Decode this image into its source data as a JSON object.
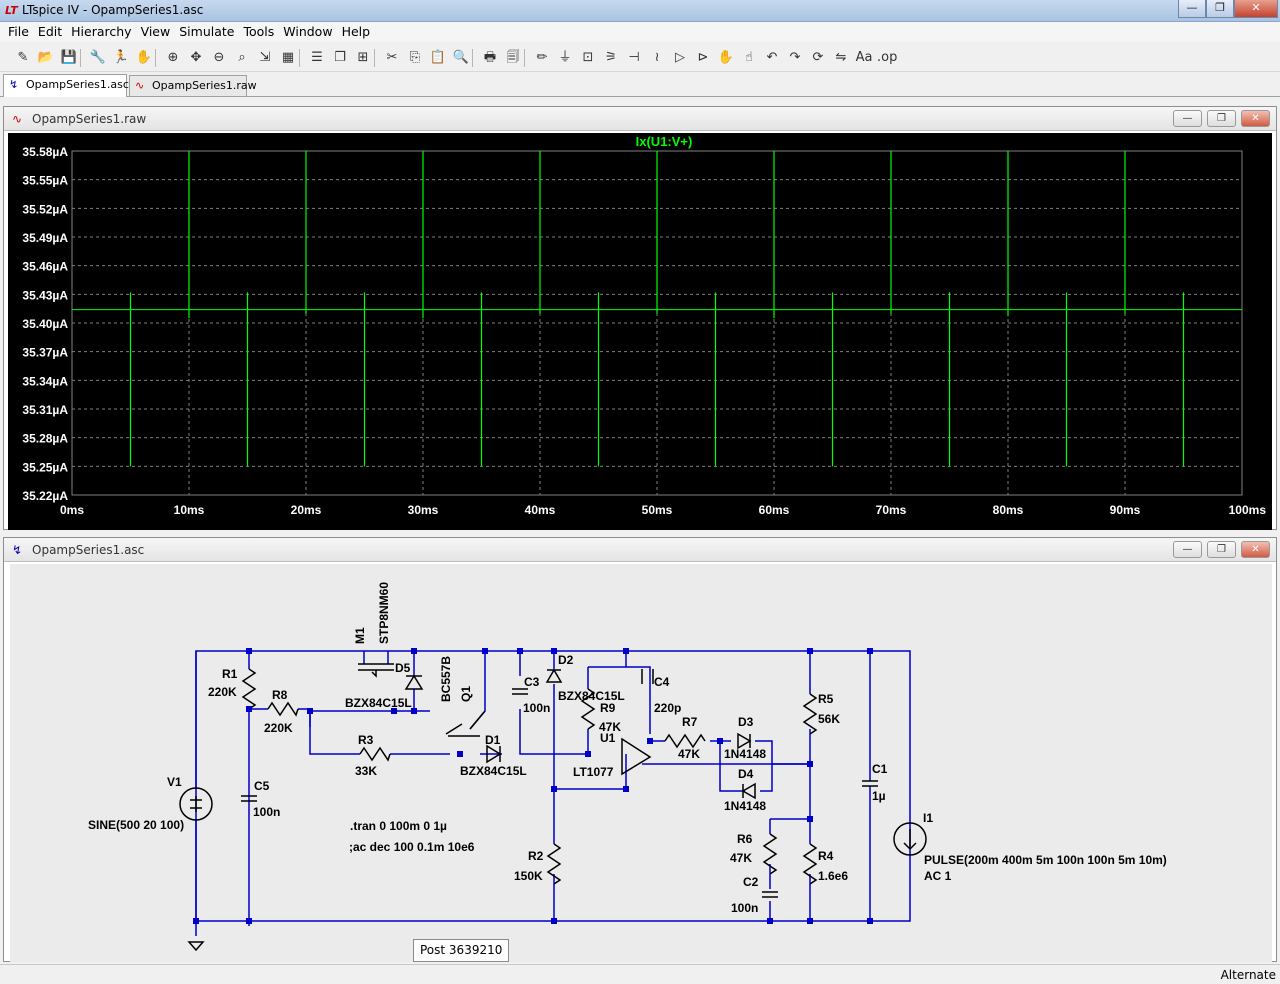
{
  "window": {
    "title": "LTspice IV - OpampSeries1.asc",
    "logo_text": "LT"
  },
  "menu": [
    "File",
    "Edit",
    "Hierarchy",
    "View",
    "Simulate",
    "Tools",
    "Window",
    "Help"
  ],
  "toolbar_icons": [
    "new-schematic-icon",
    "open-icon",
    "save-icon",
    "control-panel-icon",
    "run-icon",
    "halt-icon",
    "zoom-in-icon",
    "pan-icon",
    "zoom-out-icon",
    "zoom-fit-icon",
    "autorange-icon",
    "grid-icon",
    "tile-horizontal-icon",
    "cascade-icon",
    "tile-vertical-icon",
    "cut-icon",
    "copy-icon",
    "paste-icon",
    "find-icon",
    "print-icon",
    "print-preview-icon",
    "draw-wire-icon",
    "ground-icon",
    "label-net-icon",
    "resistor-icon",
    "capacitor-icon",
    "inductor-icon",
    "diode-icon",
    "component-icon",
    "move-icon",
    "drag-icon",
    "undo-icon",
    "redo-icon",
    "rotate-icon",
    "mirror-icon",
    "text-icon",
    "spice-directive-icon"
  ],
  "tabs": [
    {
      "label": "OpampSeries1.asc",
      "icon": "schematic-icon",
      "active": true
    },
    {
      "label": "OpampSeries1.raw",
      "icon": "waveform-icon",
      "active": false
    }
  ],
  "plot_window": {
    "title": "OpampSeries1.raw"
  },
  "schematic_window": {
    "title": "OpampSeries1.asc"
  },
  "chart_data": {
    "type": "line",
    "title": "Ix(U1:V+)",
    "xlabel": "",
    "ylabel": "",
    "x_ticks": [
      "0ms",
      "10ms",
      "20ms",
      "30ms",
      "40ms",
      "50ms",
      "60ms",
      "70ms",
      "80ms",
      "90ms",
      "100ms"
    ],
    "y_ticks": [
      "35.58µA",
      "35.55µA",
      "35.52µA",
      "35.49µA",
      "35.46µA",
      "35.43µA",
      "35.40µA",
      "35.37µA",
      "35.34µA",
      "35.31µA",
      "35.28µA",
      "35.25µA",
      "35.22µA"
    ],
    "xlim": [
      0,
      100
    ],
    "ylim": [
      35.22,
      35.58
    ],
    "baseline": 35.414,
    "series": [
      {
        "color": "#00ff00",
        "spikes": [
          {
            "t": 5,
            "high": 35.432,
            "low": 35.25
          },
          {
            "t": 10,
            "high": 35.58,
            "low": 35.405
          },
          {
            "t": 15,
            "high": 35.432,
            "low": 35.25
          },
          {
            "t": 20,
            "high": 35.58,
            "low": 35.41
          },
          {
            "t": 25,
            "high": 35.432,
            "low": 35.25
          },
          {
            "t": 30,
            "high": 35.58,
            "low": 35.405
          },
          {
            "t": 35,
            "high": 35.432,
            "low": 35.25
          },
          {
            "t": 40,
            "high": 35.58,
            "low": 35.41
          },
          {
            "t": 45,
            "high": 35.432,
            "low": 35.25
          },
          {
            "t": 50,
            "high": 35.58,
            "low": 35.41
          },
          {
            "t": 55,
            "high": 35.432,
            "low": 35.25
          },
          {
            "t": 60,
            "high": 35.58,
            "low": 35.405
          },
          {
            "t": 65,
            "high": 35.432,
            "low": 35.25
          },
          {
            "t": 70,
            "high": 35.58,
            "low": 35.41
          },
          {
            "t": 75,
            "high": 35.432,
            "low": 35.25
          },
          {
            "t": 80,
            "high": 35.58,
            "low": 35.407
          },
          {
            "t": 85,
            "high": 35.432,
            "low": 35.25
          },
          {
            "t": 90,
            "high": 35.58,
            "low": 35.41
          },
          {
            "t": 95,
            "high": 35.432,
            "low": 35.25
          }
        ]
      }
    ],
    "grid": true,
    "colors": {
      "background": "#000000",
      "grid": "#808080",
      "axis_text": "#ffffff"
    }
  },
  "schematic": {
    "labels": {
      "M1": "M1",
      "M1_model": "STP8NM60",
      "R1": "R1",
      "R1_val": "220K",
      "R8": "R8",
      "R8_val": "220K",
      "D5": "D5",
      "D5_model": "BZX84C15L",
      "Q1": "Q1",
      "Q1_model": "BC557B",
      "R3": "R3",
      "R3_val": "33K",
      "D1": "D1",
      "D1_model": "BZX84C15L",
      "C3": "C3",
      "C3_val": "100n",
      "D2": "D2",
      "D2_model": "BZX84C15L",
      "R9": "R9",
      "R9_val": "47K",
      "U1": "U1",
      "U1_model": "LT1077",
      "C4": "C4",
      "C4_val": "220p",
      "R7": "R7",
      "R7_val": "47K",
      "D3": "D3",
      "D3_model": "1N4148",
      "D4": "D4",
      "D4_model": "1N4148",
      "R5": "R5",
      "R5_val": "56K",
      "C1": "C1",
      "C1_val": "1µ",
      "I1": "I1",
      "I1_val": "PULSE(200m 400m 5m 100n 100n 5m 10m)",
      "I1_ac": "AC 1",
      "V1": "V1",
      "V1_val": "SINE(500 20 100)",
      "C5": "C5",
      "C5_val": "100n",
      "R2": "R2",
      "R2_val": "150K",
      "R6": "R6",
      "R6_val": "47K",
      "C2": "C2",
      "C2_val": "100n",
      "R4": "R4",
      "R4_val": "1.6e6",
      "directive_tran": ".tran 0 100m 0 1µ",
      "directive_ac": ";ac dec 100 0.1m 10e6"
    },
    "colors": {
      "wire": "#0000c8",
      "component": "#000000",
      "background": "#ebebeb"
    }
  },
  "tooltip": "Post 3639210",
  "status": {
    "right": "Alternate"
  }
}
